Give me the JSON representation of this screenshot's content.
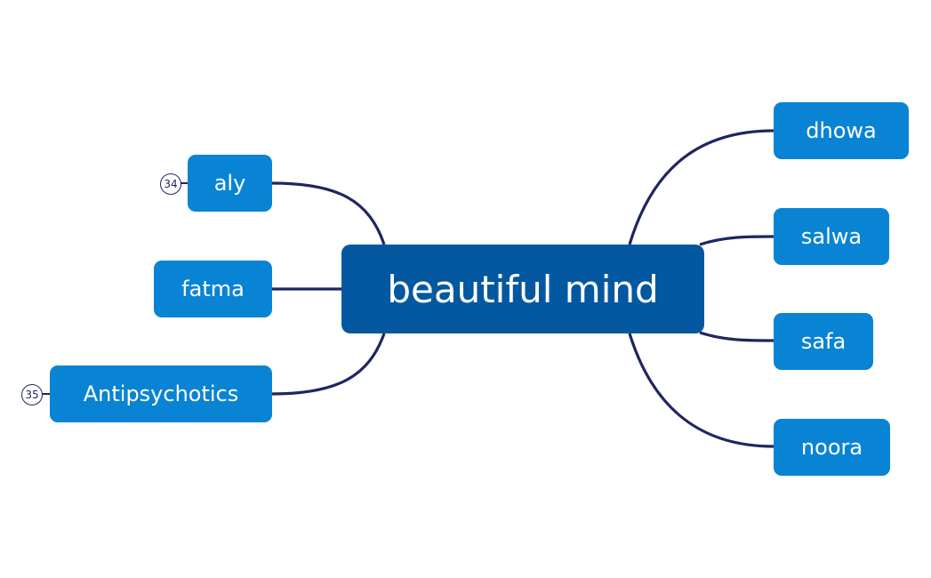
{
  "central": {
    "label": "beautiful mind"
  },
  "left_topics": [
    {
      "label": "aly",
      "marker": "34"
    },
    {
      "label": "fatma"
    },
    {
      "label": "Antipsychotics",
      "marker": "35"
    }
  ],
  "right_topics": [
    {
      "label": "dhowa"
    },
    {
      "label": "salwa"
    },
    {
      "label": "safa"
    },
    {
      "label": "noora"
    }
  ],
  "colors": {
    "central_fill": "#0358a0",
    "topic_fill": "#0984d4",
    "connector": "#1f2660",
    "text": "#ffffff"
  }
}
